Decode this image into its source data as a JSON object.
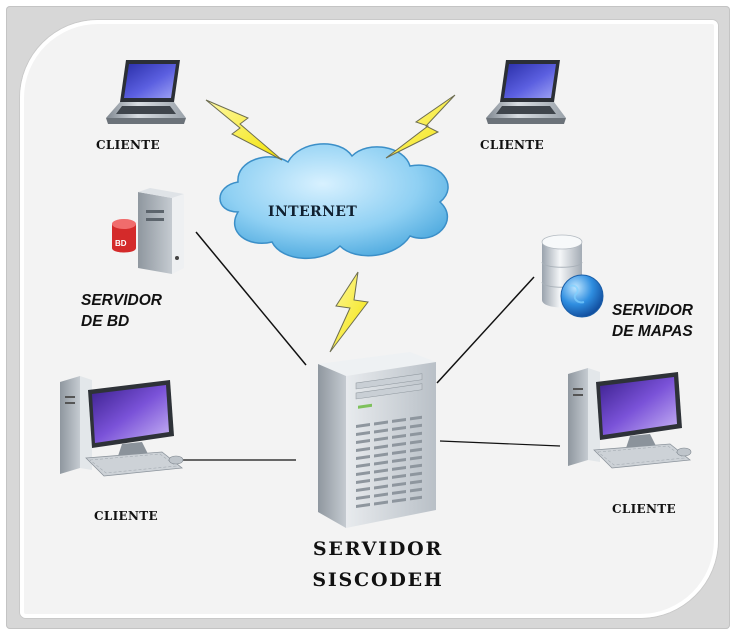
{
  "internet": "INTERNET",
  "clients": {
    "top_left": "CLIENTE",
    "top_right": "CLIENTE",
    "bottom_left": "CLIENTE",
    "bottom_right": "CLIENTE"
  },
  "db_server": {
    "line1": "SERVIDOR",
    "line2": "DE BD",
    "badge": "BD"
  },
  "map_server": {
    "line1": "SERVIDOR",
    "line2": "DE MAPAS"
  },
  "main_server": {
    "line1": "SERVIDOR",
    "line2": "SISCODEH"
  }
}
